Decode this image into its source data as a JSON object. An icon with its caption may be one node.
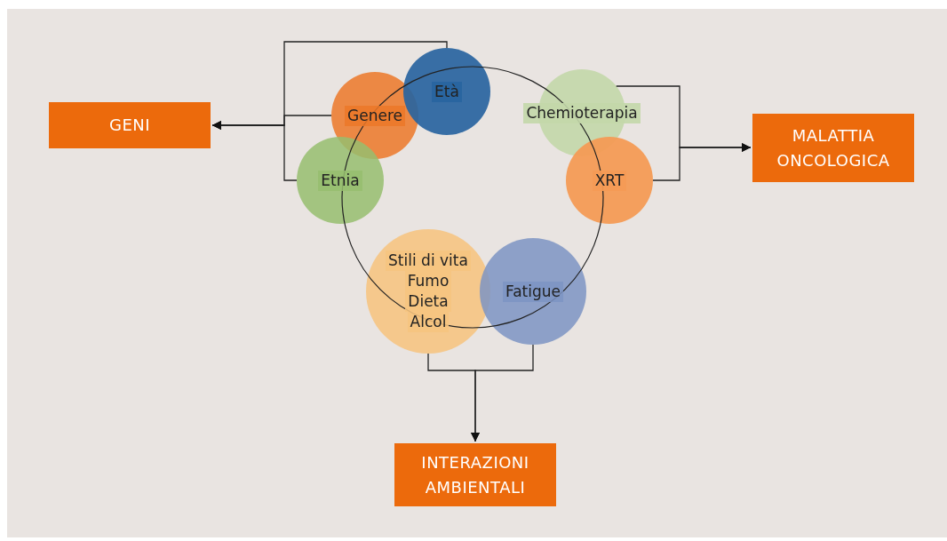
{
  "diagram": {
    "nodes": [
      {
        "text": [
          "GENI"
        ]
      },
      {
        "text": [
          "Genere"
        ]
      },
      {
        "text": [
          "Età"
        ]
      },
      {
        "text": [
          "Etnia"
        ]
      },
      {
        "text": [
          "Chemioterapia"
        ]
      },
      {
        "text": [
          "XRT"
        ]
      },
      {
        "text": [
          "MALATTIA ONCOLOGICA"
        ]
      },
      {
        "text": [
          "Stili di vita",
          "Fumo",
          "Dieta",
          "Alcol"
        ]
      },
      {
        "text": [
          "Fatigue"
        ]
      },
      {
        "text": [
          "INTERAZIONI AMBIENTALI"
        ]
      }
    ],
    "edges": [
      {
        "from": 1,
        "to": 0,
        "arrow": "to"
      },
      {
        "from": 2,
        "to": 0,
        "arrow": "to"
      },
      {
        "from": 3,
        "to": 0,
        "arrow": "to"
      },
      {
        "from": 4,
        "to": 6,
        "arrow": "to"
      },
      {
        "from": 5,
        "to": 6,
        "arrow": "to"
      },
      {
        "from": 7,
        "to": 9,
        "arrow": "to"
      },
      {
        "from": 8,
        "to": 9,
        "arrow": "to"
      }
    ]
  }
}
